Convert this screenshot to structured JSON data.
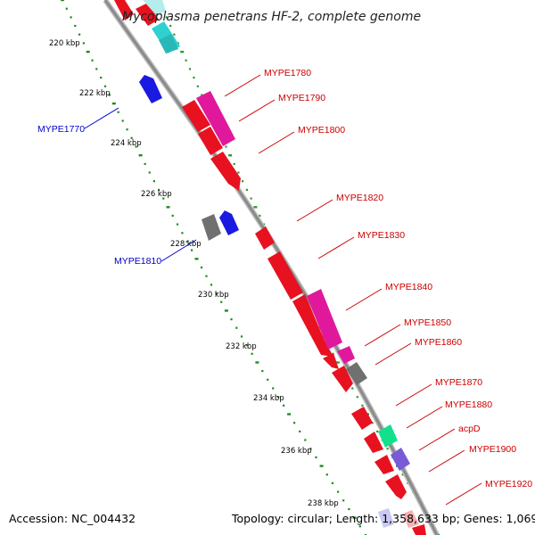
{
  "title": "Mycoplasma penetrans HF-2, complete genome",
  "footer": {
    "accession": "Accession: NC_004432",
    "topology": "Topology: circular; Length: 1,358,633 bp; Genes: 1,069"
  },
  "colors": {
    "backbone": "#8c8c8c",
    "tick_inner": "#1e8c1e",
    "tick_outer": "#2e9a2e",
    "forward_gene": "#e8111f",
    "reverse_gene": "#1a1ae0",
    "pseudo_gene": "#707070",
    "magenta_gene": "#e0199c",
    "cyan_gene": "#2fd0d0",
    "teal_gene": "#14e08c",
    "violet_gene": "#7a5ad6",
    "label_forward": "#cc0000",
    "label_reverse": "#0000cc"
  },
  "ticks": [
    {
      "label": "220 kbp"
    },
    {
      "label": "222 kbp"
    },
    {
      "label": "224 kbp"
    },
    {
      "label": "226 kbp"
    },
    {
      "label": "228 kbp"
    },
    {
      "label": "230 kbp"
    },
    {
      "label": "232 kbp"
    },
    {
      "label": "234 kbp"
    },
    {
      "label": "236 kbp"
    },
    {
      "label": "238 kbp"
    }
  ],
  "gene_labels": [
    {
      "text": "MYPE1780",
      "strand": "forward"
    },
    {
      "text": "MYPE1790",
      "strand": "forward"
    },
    {
      "text": "MYPE1800",
      "strand": "forward"
    },
    {
      "text": "MYPE1820",
      "strand": "forward"
    },
    {
      "text": "MYPE1830",
      "strand": "forward"
    },
    {
      "text": "MYPE1840",
      "strand": "forward"
    },
    {
      "text": "MYPE1850",
      "strand": "forward"
    },
    {
      "text": "MYPE1860",
      "strand": "forward"
    },
    {
      "text": "MYPE1870",
      "strand": "forward"
    },
    {
      "text": "MYPE1880",
      "strand": "forward"
    },
    {
      "text": "acpD",
      "strand": "forward"
    },
    {
      "text": "MYPE1900",
      "strand": "forward"
    },
    {
      "text": "MYPE1920",
      "strand": "forward"
    },
    {
      "text": "MYPE1770",
      "strand": "reverse"
    },
    {
      "text": "MYPE1810",
      "strand": "reverse"
    }
  ]
}
